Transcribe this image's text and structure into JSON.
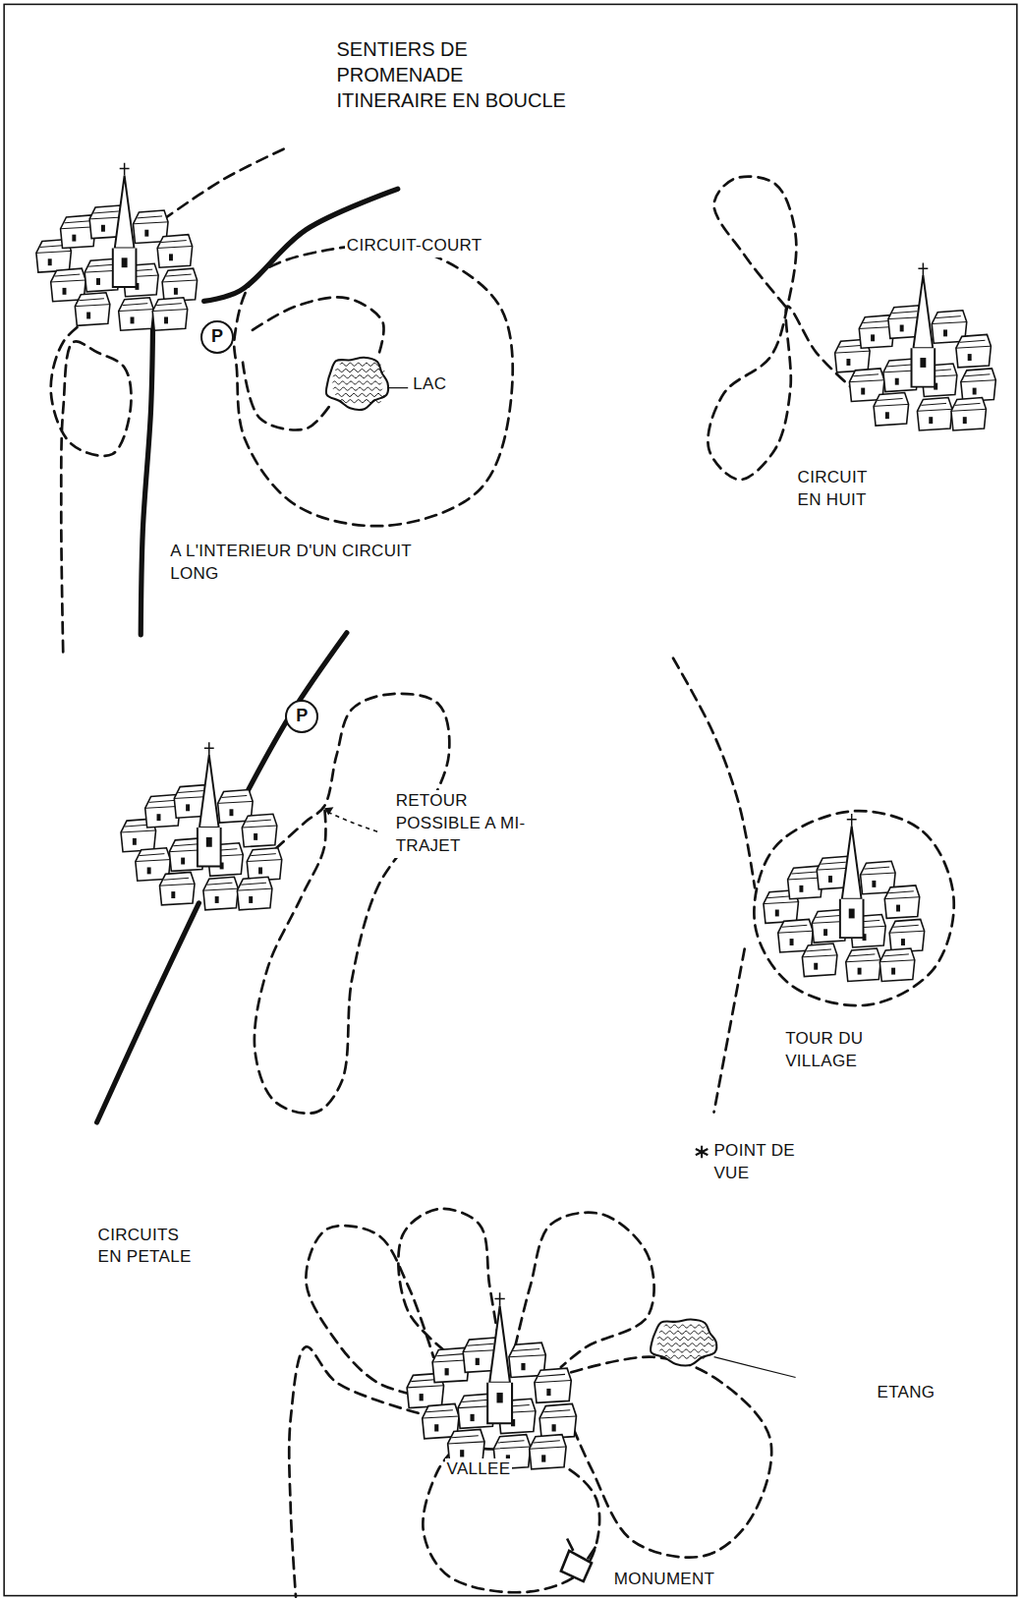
{
  "diagram": {
    "title": "SENTIERS DE PROMENADE ITINERAIRE EN BOUCLE",
    "nodes": [
      {
        "text": [
          "P"
        ]
      },
      {
        "text": [
          "P"
        ]
      }
    ],
    "labels": [
      "CIRCUIT-COURT",
      "LAC",
      "A L'INTERIEUR D'UN CIRCUIT LONG",
      "CIRCUIT EN HUIT",
      "RETOUR POSSIBLE A MI-TRAJET",
      "TOUR DU VILLAGE",
      "CIRCUITS EN PETALE",
      "POINT DE VUE",
      "ETANG",
      "VALLEE",
      "MONUMENT"
    ]
  }
}
